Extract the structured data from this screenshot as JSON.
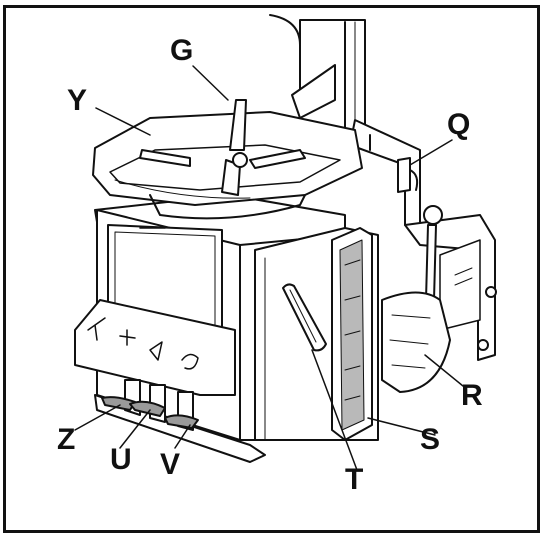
{
  "figure": {
    "callouts": {
      "G": "G",
      "Y": "Y",
      "Q": "Q",
      "R": "R",
      "S": "S",
      "T": "T",
      "V": "V",
      "U": "U",
      "Z": "Z"
    }
  },
  "colors": {
    "line": "#111111",
    "fill": "#ffffff",
    "shade": "#9a9a9a"
  }
}
